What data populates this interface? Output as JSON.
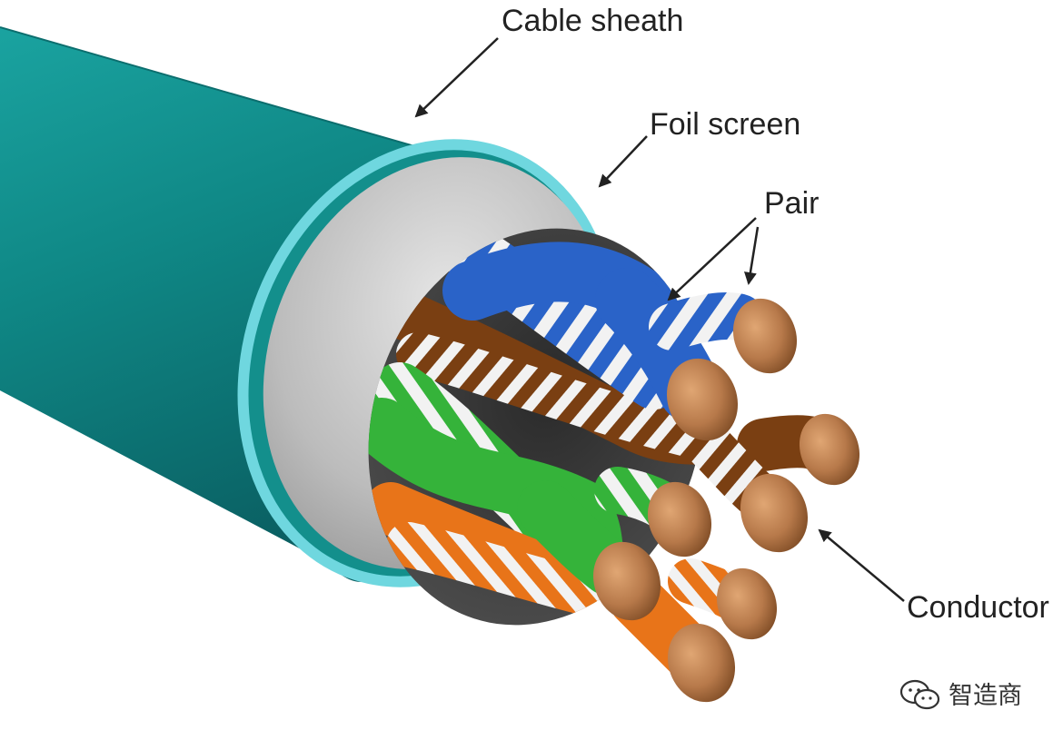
{
  "labels": {
    "cable_sheath": "Cable sheath",
    "foil_screen": "Foil screen",
    "pair": "Pair",
    "conductor": "Conductor"
  },
  "watermark": {
    "text": "智造商",
    "icon": "wechat-icon"
  },
  "colors": {
    "sheath": "#138f8c",
    "sheath_rim": "#6fd7df",
    "foil": "#bdbdbd",
    "blue_pair": "#2a63c8",
    "green_pair": "#37b43c",
    "orange_pair": "#e87419",
    "brown_pair": "#7a3f12",
    "copper": "#b7794a"
  }
}
